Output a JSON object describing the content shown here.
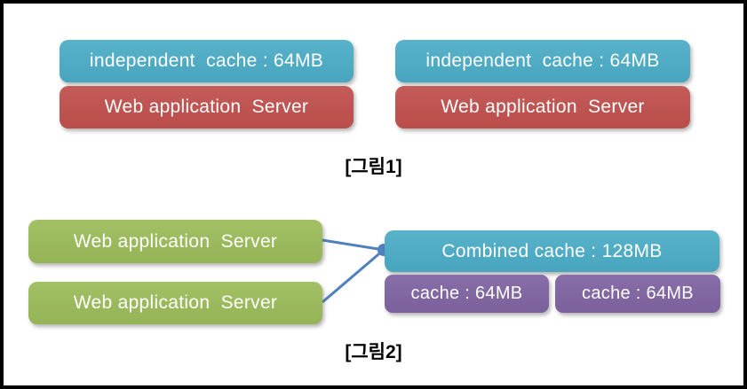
{
  "colors": {
    "teal": "#4BACC6",
    "red": "#C0504D",
    "green": "#9BBB59",
    "purple": "#8064A2",
    "connector": "#4F81BD",
    "box_text": "#ffffff",
    "caption_text": "#000000",
    "frame_border": "#000000",
    "background": "#ffffff"
  },
  "figure1": {
    "caption": "[그림1]",
    "pairs": [
      {
        "cache_label": "independent  cache : 64MB",
        "server_label": "Web application  Server"
      },
      {
        "cache_label": "independent  cache : 64MB",
        "server_label": "Web application  Server"
      }
    ]
  },
  "figure2": {
    "caption": "[그림2]",
    "servers": [
      "Web application  Server",
      "Web application  Server"
    ],
    "combined_cache_label": "Combined cache : 128MB",
    "cache_labels": [
      "cache : 64MB",
      "cache : 64MB"
    ]
  }
}
